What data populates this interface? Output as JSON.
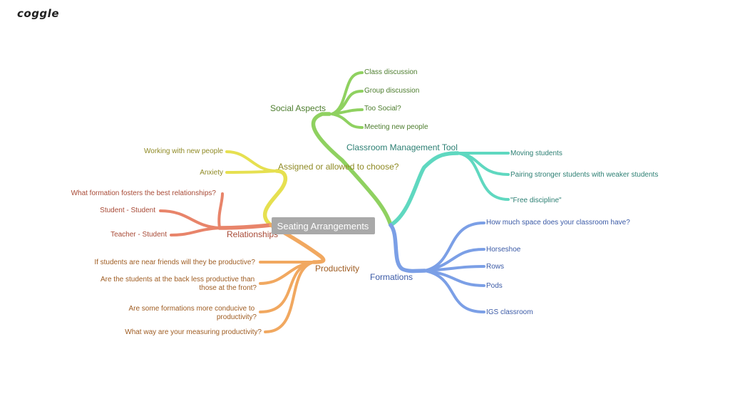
{
  "logo": "coggle",
  "colors": {
    "root_bg": "#a9a9a9",
    "social": "#8fd160",
    "assigned": "#e6e050",
    "relationships": "#e8846a",
    "productivity": "#f1a860",
    "management": "#5fd8c0",
    "formations": "#7b9fe6"
  },
  "mindmap": {
    "root": "Seating Arrangements",
    "branches": {
      "social": {
        "label": "Social Aspects",
        "leaves": [
          "Class discussion",
          "Group discussion",
          "Too Social?",
          "Meeting new people"
        ]
      },
      "assigned": {
        "label": "Assigned or allowed to choose?",
        "leaves": [
          "Working with new people",
          "Anxiety"
        ]
      },
      "relationships": {
        "label": "Relationships",
        "leaves": [
          "What formation fosters the best relationships?",
          "Student - Student",
          "Teacher - Student"
        ]
      },
      "productivity": {
        "label": "Productivity",
        "leaves": [
          [
            "If students are near friends will they be productive?"
          ],
          [
            "Are the students at the back less productive than",
            "those at the front?"
          ],
          [
            "Are some formations more conducive to",
            "productivity?"
          ],
          [
            "What way are your measuring productivity?"
          ]
        ]
      },
      "management": {
        "label": "Classroom Management Tool",
        "leaves": [
          "Moving students",
          "Pairing stronger students with weaker students",
          "\"Free discipline\""
        ]
      },
      "formations": {
        "label": "Formations",
        "leaves": [
          "How much space does your classroom have?",
          "Horseshoe",
          "Rows",
          "Pods",
          "IGS classroom"
        ]
      }
    }
  }
}
